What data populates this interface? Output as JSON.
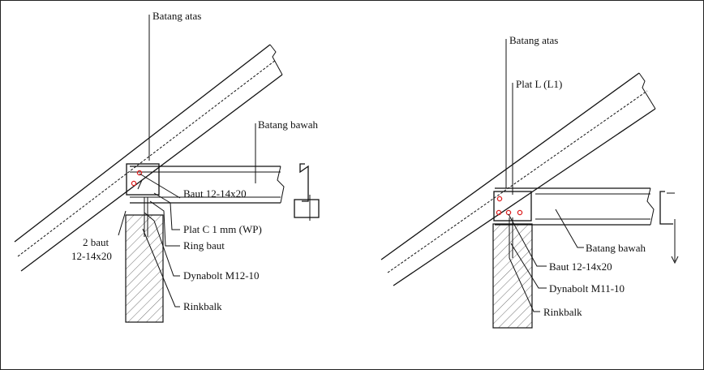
{
  "left_detail": {
    "labels": {
      "batang_atas": "Batang atas",
      "batang_bawah": "Batang bawah",
      "baut": "Baut 12-14x20",
      "plat": "Plat C 1 mm (WP)",
      "ring_baut": "Ring baut",
      "baut2_line1": "2 baut",
      "baut2_line2": "12-14x20",
      "dynabolt": "Dynabolt M12-10",
      "rinkbalk": "Rinkbalk"
    }
  },
  "right_detail": {
    "labels": {
      "batang_atas": "Batang atas",
      "plat_l": "Plat L (L1)",
      "batang_bawah": "Batang bawah",
      "baut": "Baut 12-14x20",
      "dynabolt": "Dynabolt M11-10",
      "rinkbalk": "Rinkbalk"
    }
  },
  "colors": {
    "line": "#111111",
    "bolt_hole": "#dd2222",
    "background": "#ffffff"
  }
}
